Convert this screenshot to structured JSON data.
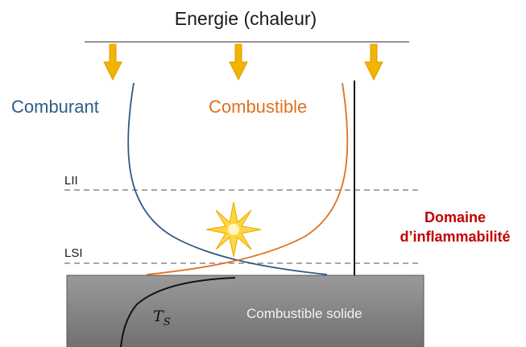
{
  "title": "Energie (chaleur)",
  "labels": {
    "comburant": "Comburant",
    "combustible": "Combustible",
    "lii": "LII",
    "lsi": "LSI",
    "domaine_line1": "Domaine",
    "domaine_line2": "d’inflammabilité",
    "solid": "Combustible solide",
    "ts_main": "T",
    "ts_sub": "S"
  },
  "colors": {
    "comburant": "#2e5c8a",
    "combustible": "#e07020",
    "domaine": "#c00000",
    "arrow": "#f2b400",
    "solid_fill": "#808080",
    "spark": "#ffd640"
  },
  "icons": {
    "arrows": "down-arrow-icon",
    "spark": "spark-icon"
  }
}
